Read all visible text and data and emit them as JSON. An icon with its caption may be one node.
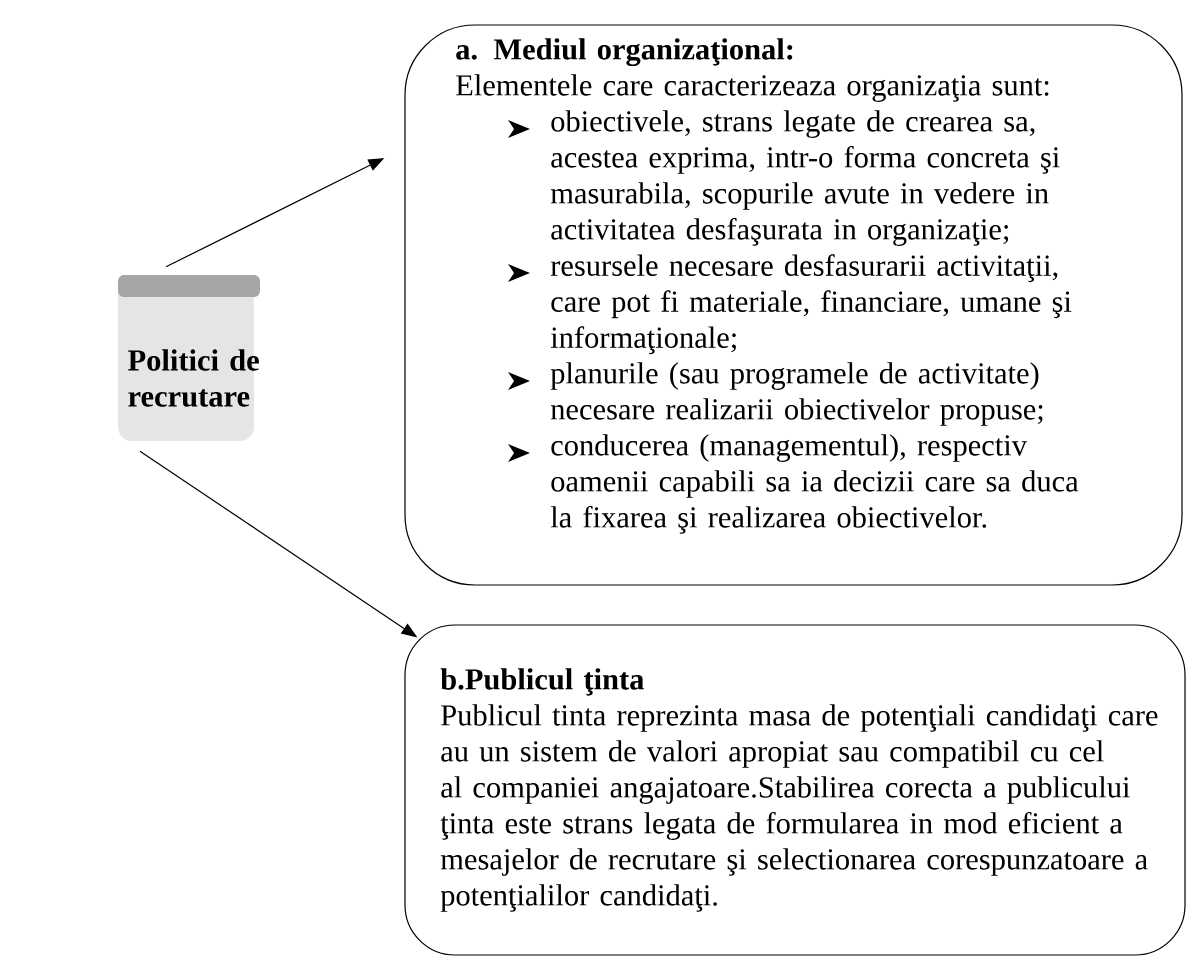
{
  "diagram": {
    "nodes": [
      {
        "text": [
          "Politici de recrutare"
        ]
      },
      {
        "text": [
          "a. Mediul organizaţional:",
          "Elementele care caracterizeaza organizaţia sunt:",
          "obiectivele, strans legate de crearea sa, acestea exprima, intr-o forma concreta şi masurabila, scopurile avute in vedere in activitatea desfaşurata in organizaţie;",
          "resursele necesare desfasurarii activitaţii, care pot fi materiale, financiare, umane şi informaţionale;",
          "planurile (sau programele de activitate) necesare realizarii obiectivelor propuse;",
          "conducerea (managementul), respectiv oamenii capabili sa ia decizii care sa duca la fixarea şi realizarea obiectivelor."
        ]
      },
      {
        "text": [
          "b.Publicul ţinta",
          "Publicul tinta reprezinta masa de potenţiali candidaţi care au un sistem de valori apropiat sau compatibil cu cel al companiei angajatoare.Stabilirea corecta a publicului ţinta este strans legata de formularea in mod eficient a mesajelor de recrutare şi selectionarea corespunzatoare a potenţialilor candidaţi."
        ]
      }
    ],
    "edges": [
      {
        "from": 0,
        "to": 1,
        "arrow": "to"
      },
      {
        "from": 0,
        "to": 2,
        "arrow": "to"
      }
    ]
  }
}
